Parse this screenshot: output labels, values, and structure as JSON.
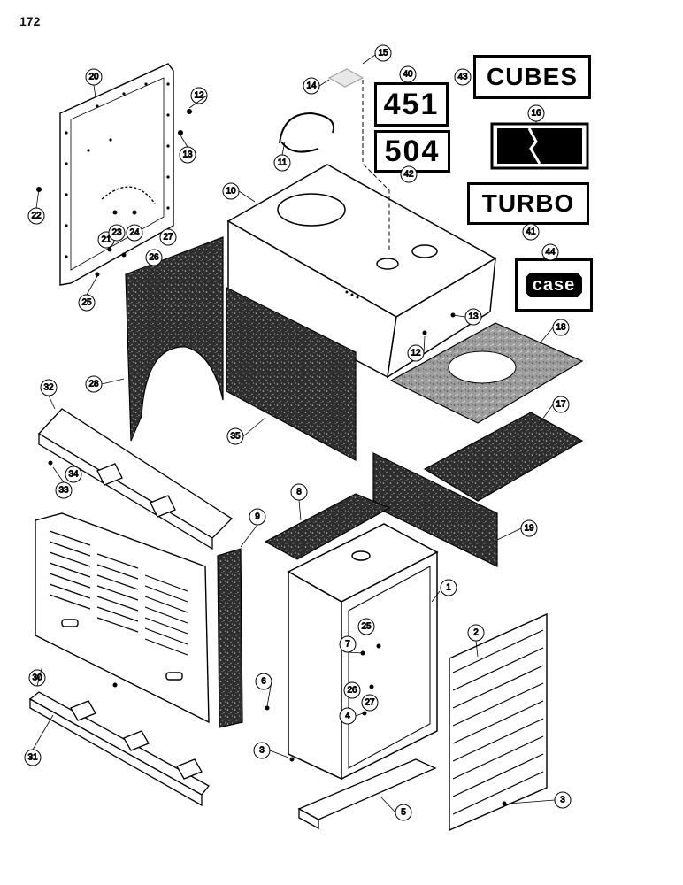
{
  "page": {
    "number": "172"
  },
  "decals": {
    "cubes": "CUBES",
    "model_451": "451",
    "model_504": "504",
    "turbo": "TURBO",
    "case_logo": "case"
  },
  "callouts": {
    "c1": "1",
    "c2": "2",
    "c3a": "3",
    "c3b": "3",
    "c4": "4",
    "c5": "5",
    "c6": "6",
    "c7": "7",
    "c8": "8",
    "c9": "9",
    "c10": "10",
    "c11": "11",
    "c12a": "12",
    "c12b": "12",
    "c13a": "13",
    "c13b": "13",
    "c14": "14",
    "c15": "15",
    "c16": "16",
    "c17": "17",
    "c18": "18",
    "c19": "19",
    "c20": "20",
    "c21": "21",
    "c22": "22",
    "c23": "23",
    "c24": "24",
    "c25a": "25",
    "c25b": "25",
    "c26a": "26",
    "c26b": "26",
    "c27a": "27",
    "c27b": "27",
    "c28": "28",
    "c30": "30",
    "c31": "31",
    "c32": "32",
    "c33": "33",
    "c34": "34",
    "c35": "35",
    "c40": "40",
    "c41": "41",
    "c42": "42",
    "c43": "43",
    "c44": "44"
  },
  "colors": {
    "ink": "#000000",
    "paper": "#ffffff",
    "insulation": "#3a3a3a"
  }
}
